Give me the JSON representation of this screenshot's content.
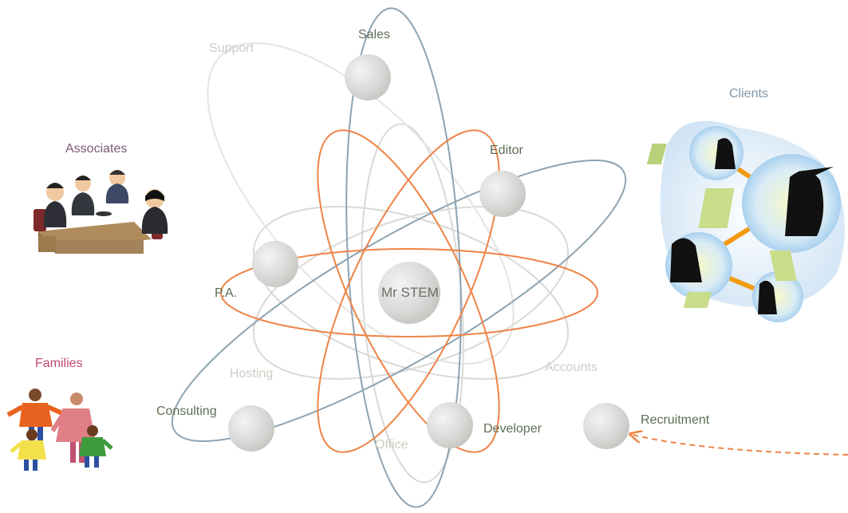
{
  "center": {
    "label": "Mr STEM"
  },
  "nodes": {
    "sales": "Sales",
    "editor": "Editor",
    "pa": "P.A.",
    "support": "Support",
    "hosting": "Hosting",
    "accounts": "Accounts",
    "office": "Office",
    "developer": "Developer",
    "consulting": "Consulting",
    "recruitment": "Recruitment"
  },
  "groups": {
    "associates": "Associates",
    "families": "Families",
    "clients": "Clients"
  },
  "colors": {
    "orbit_orange": "#ee8447",
    "orbit_slate": "#8ea3b1",
    "orbit_light": "#d6d6d2",
    "node_fill": "#dcdddb",
    "associates_title": "#7b5a74",
    "families_title": "#c2456e",
    "clients_title": "#7f98ad"
  }
}
